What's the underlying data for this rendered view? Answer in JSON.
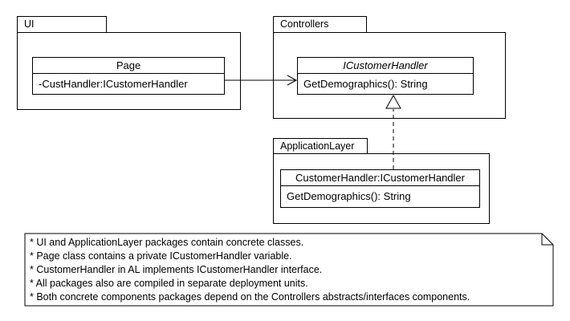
{
  "diagram": {
    "kind": "uml-package-diagram",
    "colors": {
      "background": "#ffffff",
      "stroke": "#000000",
      "text": "#000000"
    }
  },
  "packages": {
    "ui": {
      "label": "UI"
    },
    "controllers": {
      "label": "Controllers"
    },
    "application_layer": {
      "label": "ApplicationLayer"
    }
  },
  "classes": {
    "page": {
      "title": "Page",
      "members": [
        "-CustHandler:ICustomerHandler"
      ]
    },
    "icustomer_handler": {
      "title": "ICustomerHandler",
      "italic": true,
      "members": [
        "GetDemographics(): String"
      ]
    },
    "customer_handler": {
      "title": "CustomerHandler:ICustomerHandler",
      "members": [
        "GetDemographics(): String"
      ]
    }
  },
  "relationships": {
    "association": {
      "type": "directed-association",
      "from": "Page",
      "to": "ICustomerHandler"
    },
    "realization": {
      "type": "realization",
      "from": "CustomerHandler:ICustomerHandler",
      "to": "ICustomerHandler"
    }
  },
  "note": {
    "lines": [
      "* UI and ApplicationLayer packages contain concrete classes.",
      "* Page class contains a private ICustomerHandler variable.",
      "* CustomerHandler in AL implements ICustomerHandler interface.",
      "* All packages also are compiled in separate deployment units.",
      "* Both concrete components packages depend on the Controllers abstracts/interfaces components."
    ]
  }
}
